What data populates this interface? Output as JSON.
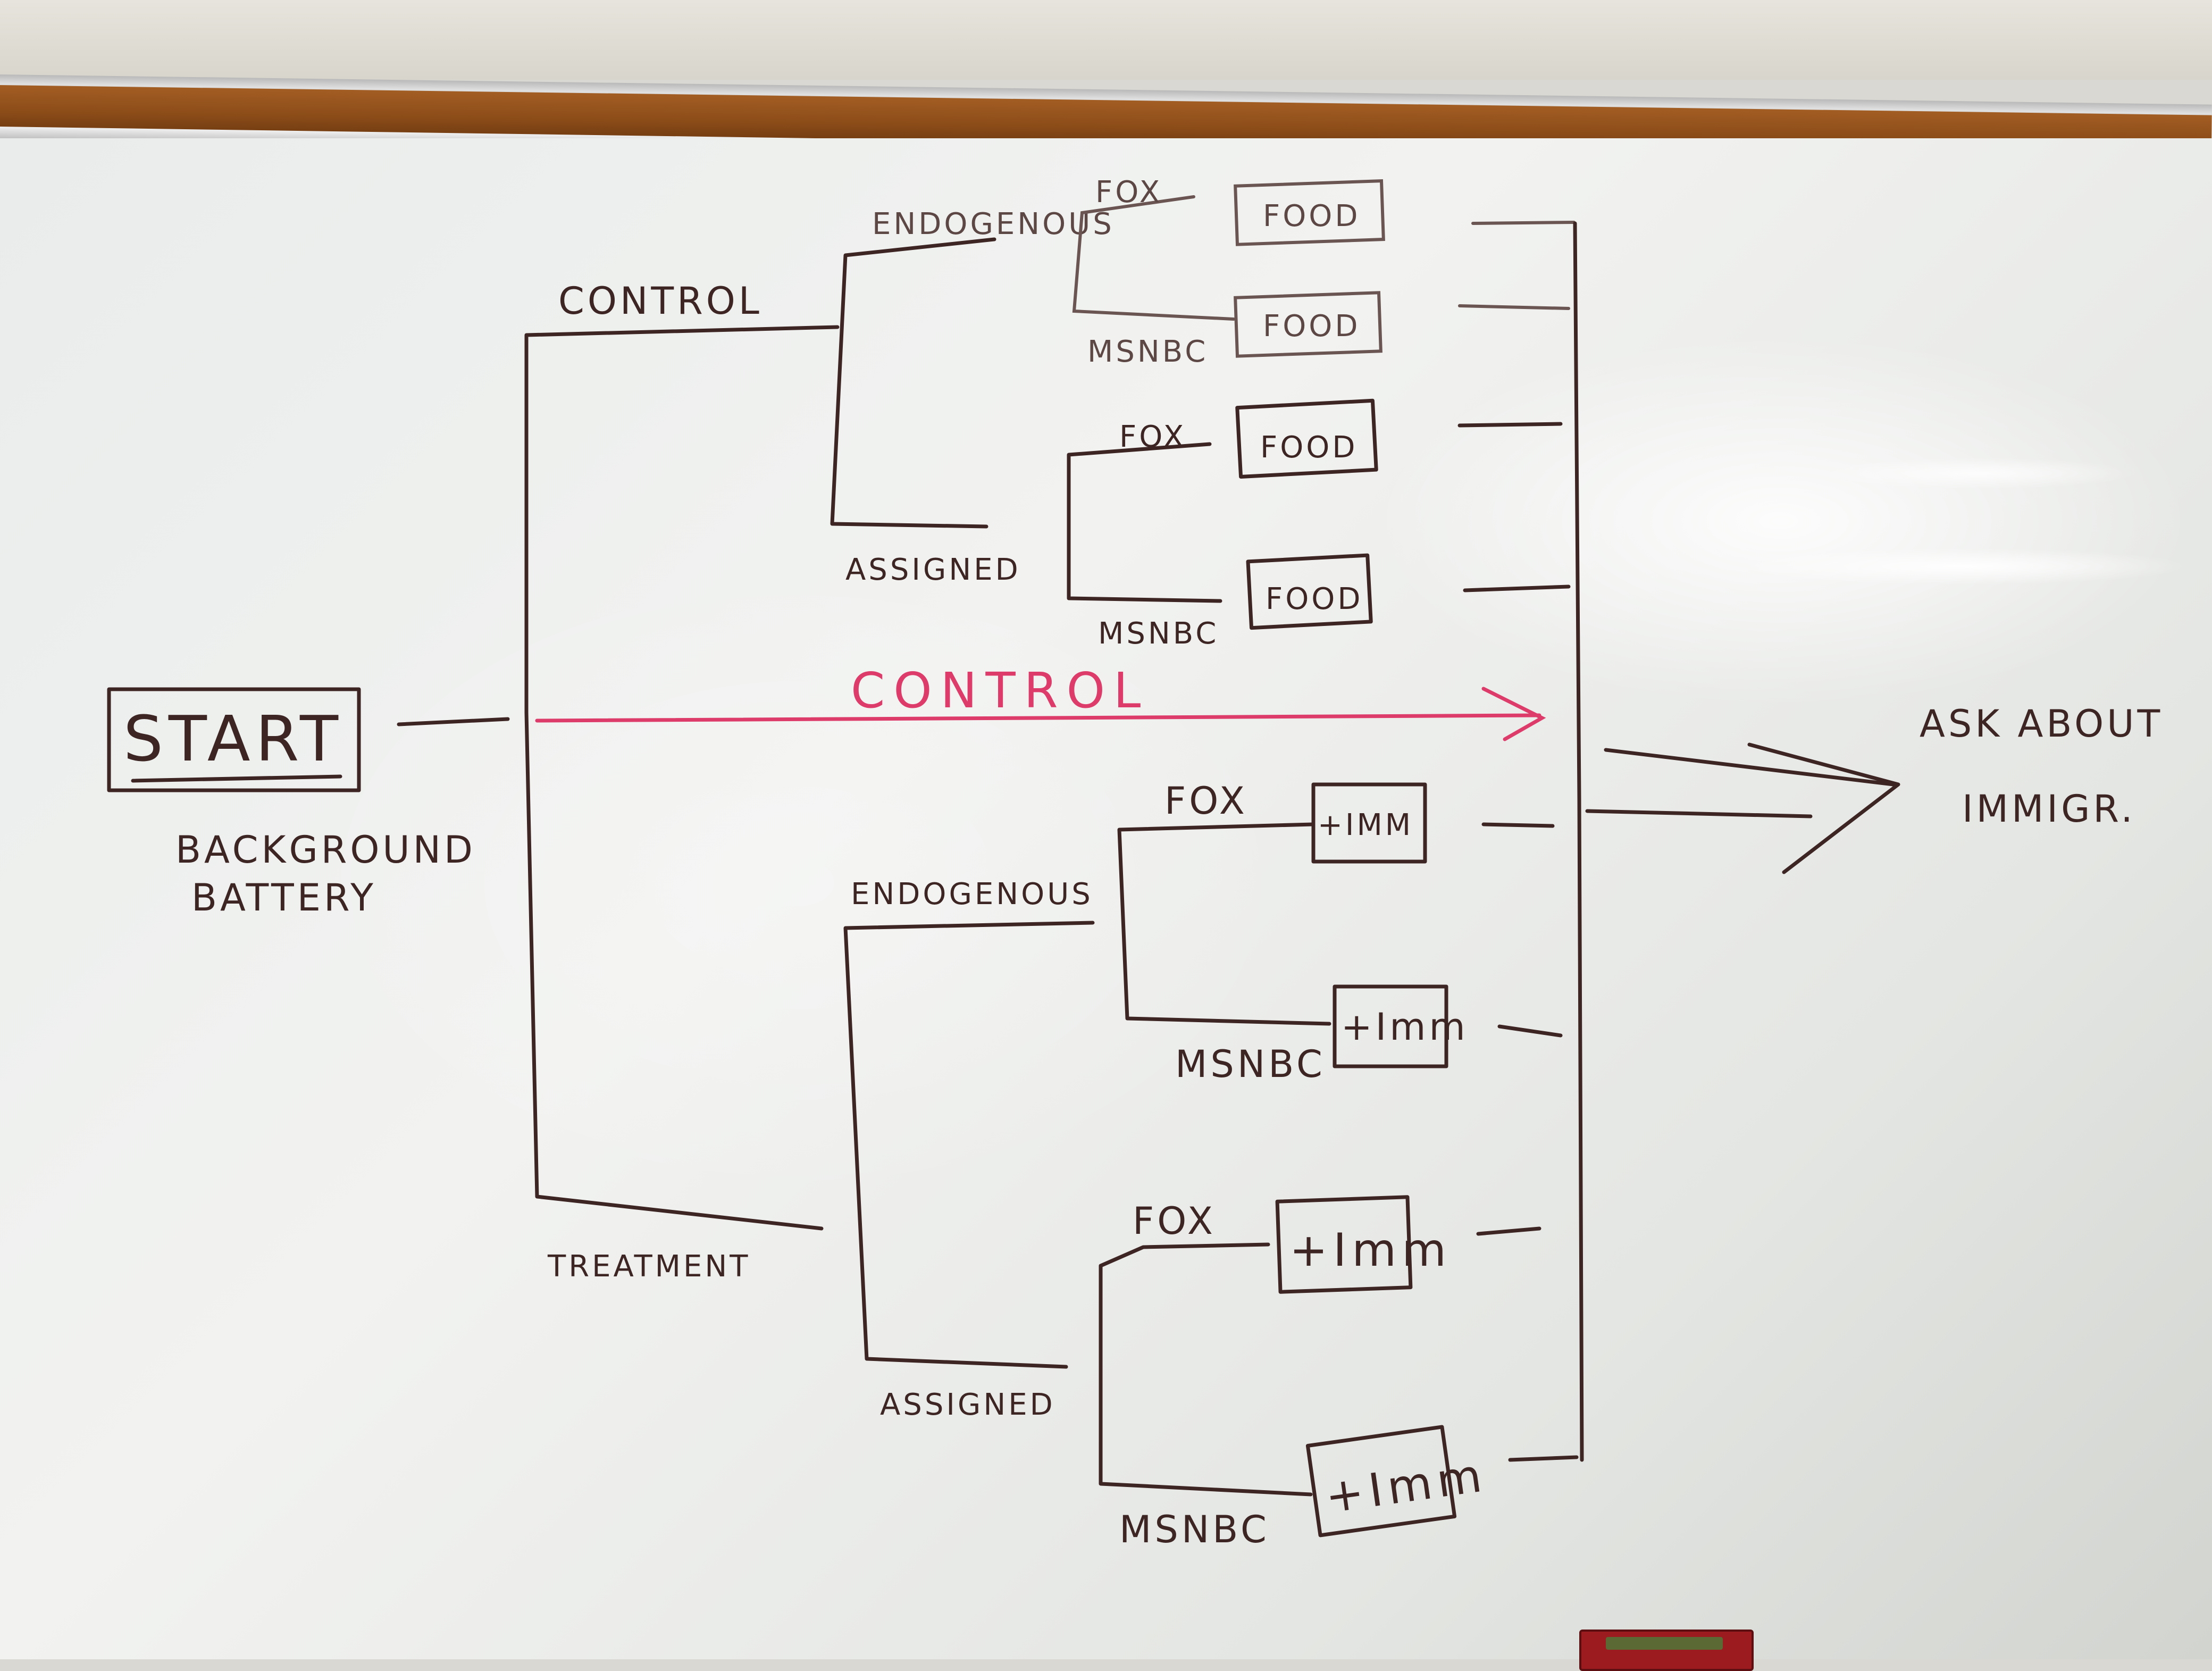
{
  "board": {
    "start_label": "START",
    "background_line1": "BACKGROUND",
    "background_line2": "BATTERY",
    "control_branch": "CONTROL",
    "treatment_branch": "TREATMENT",
    "pure_control": "CONTROL",
    "outcome_line1": "ASK ABOUT",
    "outcome_line2": "IMMIGR."
  },
  "control_arm": {
    "endogenous_label": "ENDOGENOUS",
    "assigned_label": "ASSIGNED",
    "fox_1": "FOX",
    "msnbc_1": "MSNBC",
    "fox_2": "FOX",
    "msnbc_2": "MSNBC",
    "box_label": "FOOD"
  },
  "treatment_arm": {
    "endogenous_label": "ENDOGENOUS",
    "assigned_label": "ASSIGNED",
    "fox_1": "FOX",
    "msnbc_1": "MSNBC",
    "fox_2": "FOX",
    "msnbc_2": "MSNBC",
    "box_label_1": "+IMM",
    "box_label_2": "+Imm"
  },
  "colors": {
    "marker_dark": "#3d2523",
    "marker_red": "#dd3b6a",
    "cork": "#8d4d19"
  }
}
